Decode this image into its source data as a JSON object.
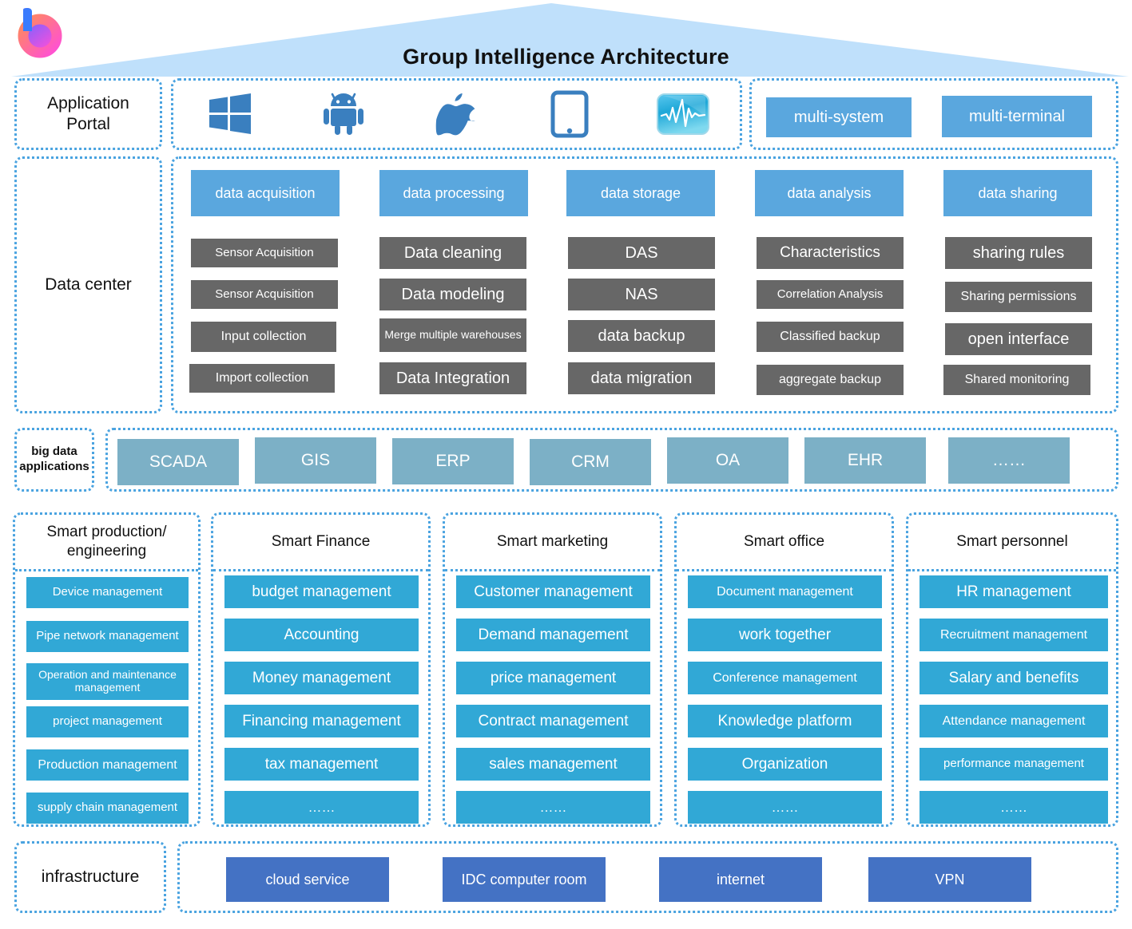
{
  "title": "Group Intelligence Architecture",
  "logo": {
    "name": "brand-logo-b",
    "colors": [
      "#3a7bfd",
      "#ff7a59",
      "#ff4fd8"
    ]
  },
  "colors": {
    "dotted_border": "#4aa3e0",
    "roof_fill": "#bfe0fb",
    "blue_chip": "#5aa7de",
    "grey_chip": "#676767",
    "teal_chip": "#7cb0c6",
    "cyan_chip": "#31a8d6",
    "royal_chip": "#4472c4"
  },
  "application_portal": {
    "label": "Application\nPortal",
    "label_line1": "Application",
    "label_line2": "Portal",
    "icons": [
      {
        "name": "windows-icon",
        "title": "Windows"
      },
      {
        "name": "android-icon",
        "title": "Android"
      },
      {
        "name": "apple-icon",
        "title": "Apple"
      },
      {
        "name": "tablet-icon",
        "title": "Tablet"
      },
      {
        "name": "waveform-monitor-icon",
        "title": "Waveform monitor"
      }
    ],
    "tags": [
      "multi-system",
      "multi-terminal"
    ]
  },
  "data_center": {
    "label": "Data center",
    "columns": [
      {
        "header": "data acquisition",
        "items": [
          "Sensor Acquisition",
          "Sensor Acquisition",
          "Input collection",
          "Import collection"
        ]
      },
      {
        "header": "data processing",
        "items": [
          "Data cleaning",
          "Data modeling",
          "Merge multiple warehouses",
          "Data Integration"
        ]
      },
      {
        "header": "data storage",
        "items": [
          "DAS",
          "NAS",
          "data backup",
          "data migration"
        ]
      },
      {
        "header": "data analysis",
        "items": [
          "Characteristics",
          "Correlation Analysis",
          "Classified backup",
          "aggregate backup"
        ]
      },
      {
        "header": "data sharing",
        "items": [
          "sharing rules",
          "Sharing permissions",
          "open interface",
          "Shared monitoring"
        ]
      }
    ]
  },
  "big_data_applications": {
    "label_line1": "big data",
    "label_line2": "applications",
    "items": [
      "SCADA",
      "GIS",
      "ERP",
      "CRM",
      "OA",
      "EHR",
      "……"
    ]
  },
  "business_columns": [
    {
      "title": "Smart production/ engineering",
      "title_line1": "Smart production/",
      "title_line2": "engineering",
      "items": [
        "Device management",
        "Pipe network management",
        "Operation and maintenance management",
        "project management",
        "Production management",
        "supply chain management"
      ]
    },
    {
      "title": "Smart Finance",
      "title_line1": "Smart Finance",
      "title_line2": "",
      "items": [
        "budget management",
        "Accounting",
        "Money management",
        "Financing management",
        "tax management",
        "……"
      ]
    },
    {
      "title": "Smart marketing",
      "title_line1": "Smart marketing",
      "title_line2": "",
      "items": [
        "Customer management",
        "Demand management",
        "price management",
        "Contract management",
        "sales management",
        "……"
      ]
    },
    {
      "title": "Smart office",
      "title_line1": "Smart office",
      "title_line2": "",
      "items": [
        "Document management",
        "work together",
        "Conference management",
        "Knowledge platform",
        "Organization",
        "……"
      ]
    },
    {
      "title": "Smart personnel",
      "title_line1": "Smart personnel",
      "title_line2": "",
      "items": [
        "HR management",
        "Recruitment management",
        "Salary and benefits",
        "Attendance management",
        "performance management",
        "……"
      ]
    }
  ],
  "infrastructure": {
    "label": "infrastructure",
    "items": [
      "cloud service",
      "IDC computer room",
      "internet",
      "VPN"
    ]
  }
}
